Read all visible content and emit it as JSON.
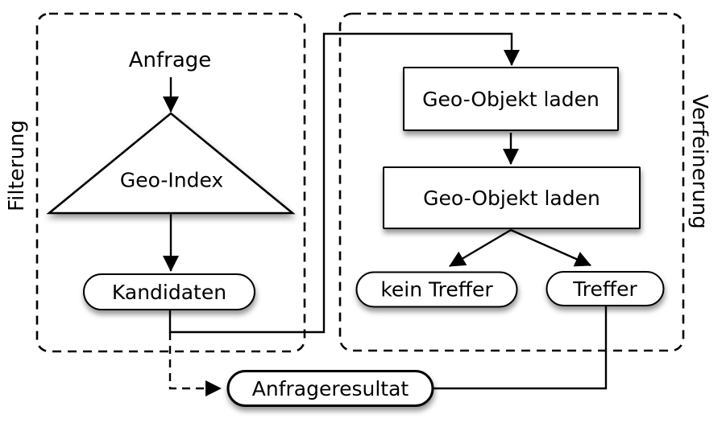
{
  "diagram": {
    "regions": {
      "filterung": {
        "label": "Filterung"
      },
      "verfeinerung": {
        "label": "Verfeinerung"
      }
    },
    "nodes": {
      "anfrage": {
        "label": "Anfrage",
        "shape": "text"
      },
      "geo_index": {
        "label": "Geo-Index",
        "shape": "triangle"
      },
      "kandidaten": {
        "label": "Kandidaten",
        "shape": "stadium"
      },
      "geo_objekt_laden_1": {
        "label": "Geo-Objekt laden",
        "shape": "rect"
      },
      "geo_objekt_laden_2": {
        "label": "Geo-Objekt laden",
        "shape": "rect"
      },
      "kein_treffer": {
        "label": "kein Treffer",
        "shape": "stadium"
      },
      "treffer": {
        "label": "Treffer",
        "shape": "stadium"
      },
      "anfrageresultat": {
        "label": "Anfrageresultat",
        "shape": "stadium"
      }
    },
    "colors": {
      "background": "#ffffff",
      "stroke": "#000000",
      "node_fill": "#ffffff"
    }
  }
}
